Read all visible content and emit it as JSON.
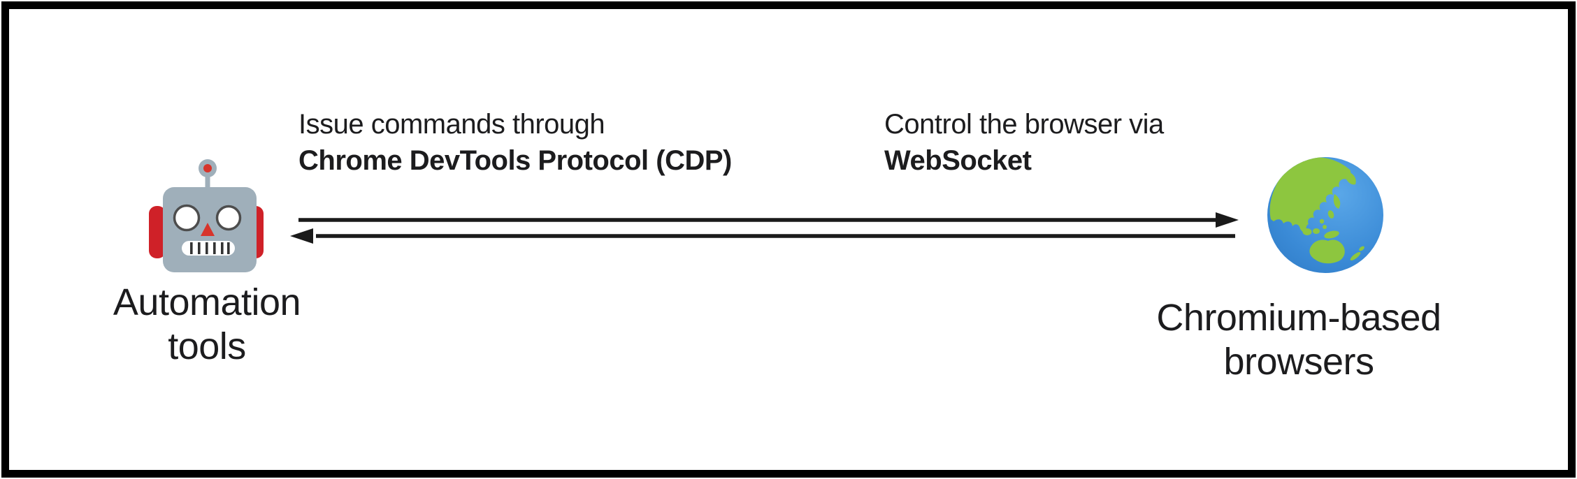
{
  "figure": {
    "type": "architecture-diagram",
    "background": "#ffffff",
    "border_color": "#000000"
  },
  "captions": {
    "left": {
      "normal": "Issue commands through",
      "bold": "Chrome DevTools Protocol (CDP)"
    },
    "right": {
      "normal": "Control the browser via",
      "bold": "WebSocket"
    }
  },
  "nodes": {
    "left": {
      "icon": "robot-emoji",
      "label_line1": "Automation",
      "label_line2": "tools"
    },
    "right": {
      "icon": "globe-asia-australia-emoji",
      "label_line1": "Chromium-based",
      "label_line2": "browsers"
    }
  },
  "arrows": {
    "top": {
      "direction": "right"
    },
    "bottom": {
      "direction": "left"
    }
  },
  "colors": {
    "text": "#1c1c1e",
    "arrow": "#1a1a1a",
    "robot_body": "#9fafba",
    "robot_accent": "#cf2128",
    "globe_ocean": "#3a8ad6",
    "globe_land": "#8dc63f"
  }
}
